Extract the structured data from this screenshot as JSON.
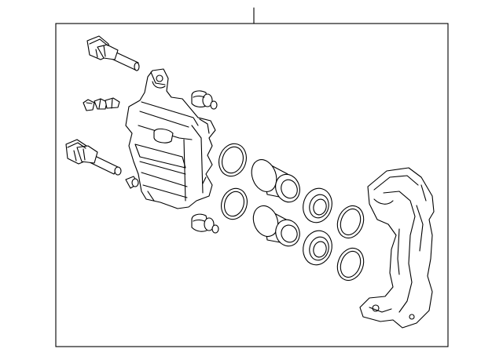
{
  "diagram": {
    "type": "exploded-parts-view",
    "frame": "border",
    "callouts": [],
    "parts": [
      {
        "id": "guide-pin-upper",
        "icon": "bolt-icon"
      },
      {
        "id": "bleeder-screw",
        "icon": "bleeder-icon"
      },
      {
        "id": "guide-pin-lower",
        "icon": "bolt-icon"
      },
      {
        "id": "pin-boot-upper",
        "icon": "boot-icon"
      },
      {
        "id": "pin-boot-lower",
        "icon": "boot-icon"
      },
      {
        "id": "caliper-housing",
        "icon": "caliper-icon"
      },
      {
        "id": "piston-seal-upper",
        "icon": "seal-ring-icon"
      },
      {
        "id": "piston-seal-lower",
        "icon": "seal-ring-icon"
      },
      {
        "id": "piston-upper",
        "icon": "piston-icon"
      },
      {
        "id": "piston-lower",
        "icon": "piston-icon"
      },
      {
        "id": "dust-boot-upper",
        "icon": "dust-boot-icon"
      },
      {
        "id": "dust-boot-lower",
        "icon": "dust-boot-icon"
      },
      {
        "id": "ring-upper",
        "icon": "ring-icon"
      },
      {
        "id": "ring-lower",
        "icon": "ring-icon"
      },
      {
        "id": "caliper-bracket",
        "icon": "bracket-icon"
      }
    ]
  }
}
